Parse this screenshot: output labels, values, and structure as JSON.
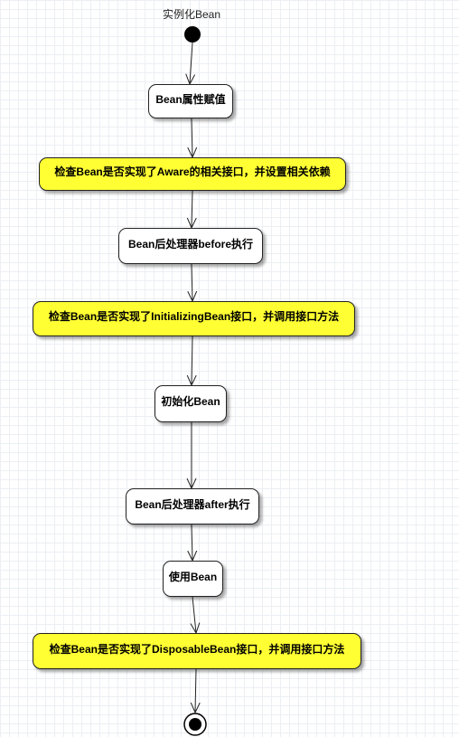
{
  "title": "实例化Bean",
  "nodes": [
    {
      "label": "Bean属性赋值",
      "color": "#ffffff"
    },
    {
      "label": "检查Bean是否实现了Aware的相关接口，并设置相关依赖",
      "color": "#ffff33"
    },
    {
      "label": "Bean后处理器before执行",
      "color": "#ffffff"
    },
    {
      "label": "检查Bean是否实现了InitializingBean接口，并调用接口方法",
      "color": "#ffff33"
    },
    {
      "label": "初始化Bean",
      "color": "#ffffff"
    },
    {
      "label": "Bean后处理器after执行",
      "color": "#ffffff"
    },
    {
      "label": "使用Bean",
      "color": "#ffffff"
    },
    {
      "label": "检查Bean是否实现了DisposableBean接口，并调用接口方法",
      "color": "#ffff33"
    }
  ]
}
